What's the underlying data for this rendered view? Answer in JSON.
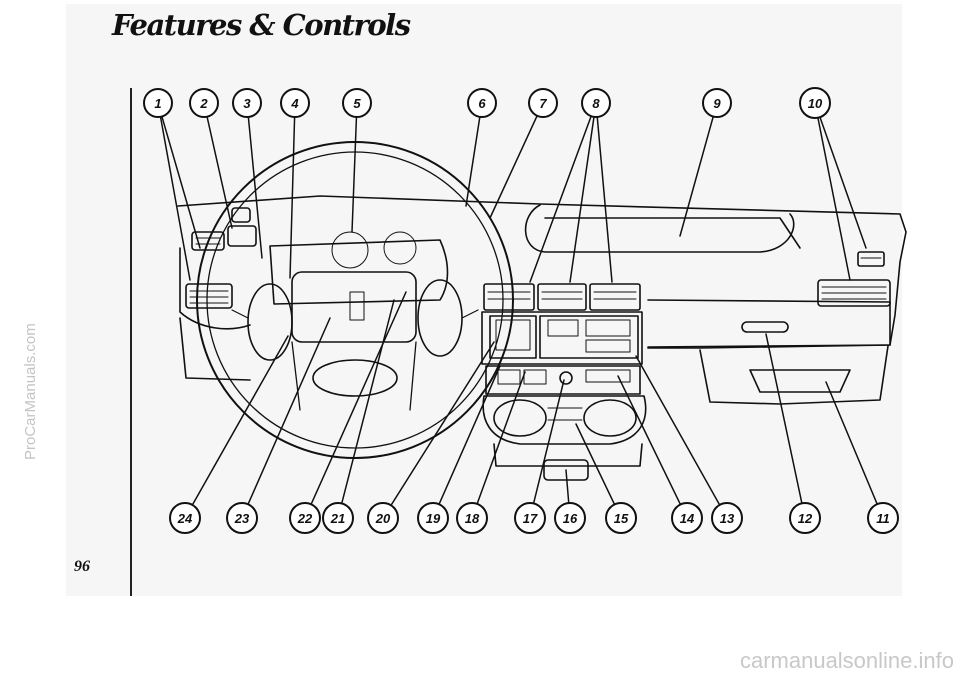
{
  "page": {
    "title": "Features & Controls",
    "page_number": "96",
    "side_watermark": "ProCarManuals.com",
    "bottom_watermark": "carmanualsonline.info"
  },
  "callouts": [
    "1",
    "2",
    "3",
    "4",
    "5",
    "6",
    "7",
    "8",
    "9",
    "10",
    "11",
    "12",
    "13",
    "14",
    "15",
    "16",
    "17",
    "18",
    "19",
    "20",
    "21",
    "22",
    "23",
    "24"
  ]
}
